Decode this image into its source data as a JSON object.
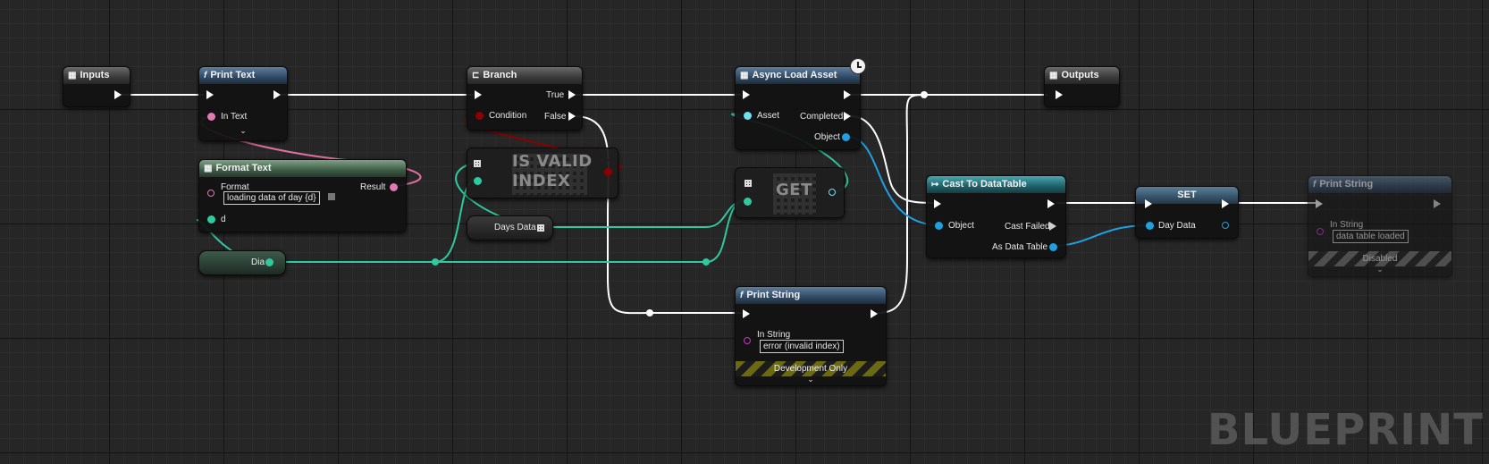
{
  "watermark": "BLUEPRINT",
  "colors": {
    "exec_wire": "#ffffff",
    "object_wire": "#1fa0e0",
    "struct_wire": "#2ec9a0",
    "bool_wire": "#8c0000",
    "string_wire": "#e060a0",
    "text_pin": "#e07ab0",
    "string_pin": "#d030d0"
  },
  "nodes": {
    "inputs": {
      "title": "Inputs",
      "icon": "table-icon"
    },
    "print_text": {
      "title": "Print Text",
      "icon": "function-icon",
      "in_text_label": "In Text"
    },
    "format_text": {
      "title": "Format Text",
      "icon": "table-icon",
      "format_label": "Format",
      "format_value": "loading data of day {d}",
      "result_label": "Result",
      "d_label": "d"
    },
    "branch": {
      "title": "Branch",
      "icon": "branch-icon",
      "condition_label": "Condition",
      "true_label": "True",
      "false_label": "False"
    },
    "is_valid_index": {
      "title_line1": "IS VALID",
      "title_line2": "INDEX"
    },
    "days_data": {
      "label": "Days Data"
    },
    "dia": {
      "label": "Dia"
    },
    "async_load": {
      "title": "Async Load Asset",
      "icon": "table-icon",
      "asset_label": "Asset",
      "completed_label": "Completed",
      "object_label": "Object"
    },
    "get": {
      "title": "GET"
    },
    "print_string_error": {
      "title": "Print String",
      "icon": "function-icon",
      "in_string_label": "In String",
      "in_string_value": "error (invalid index)",
      "footer": "Development Only"
    },
    "outputs": {
      "title": "Outputs",
      "icon": "table-icon"
    },
    "cast": {
      "title": "Cast To DataTable",
      "icon": "cast-icon",
      "object_label": "Object",
      "cast_failed_label": "Cast Failed",
      "as_label": "As Data Table"
    },
    "set": {
      "title": "SET",
      "day_data_label": "Day Data"
    },
    "print_string_loaded": {
      "title": "Print String",
      "icon": "function-icon",
      "in_string_label": "In String",
      "in_string_value": "data table loaded",
      "footer": "Disabled"
    }
  }
}
